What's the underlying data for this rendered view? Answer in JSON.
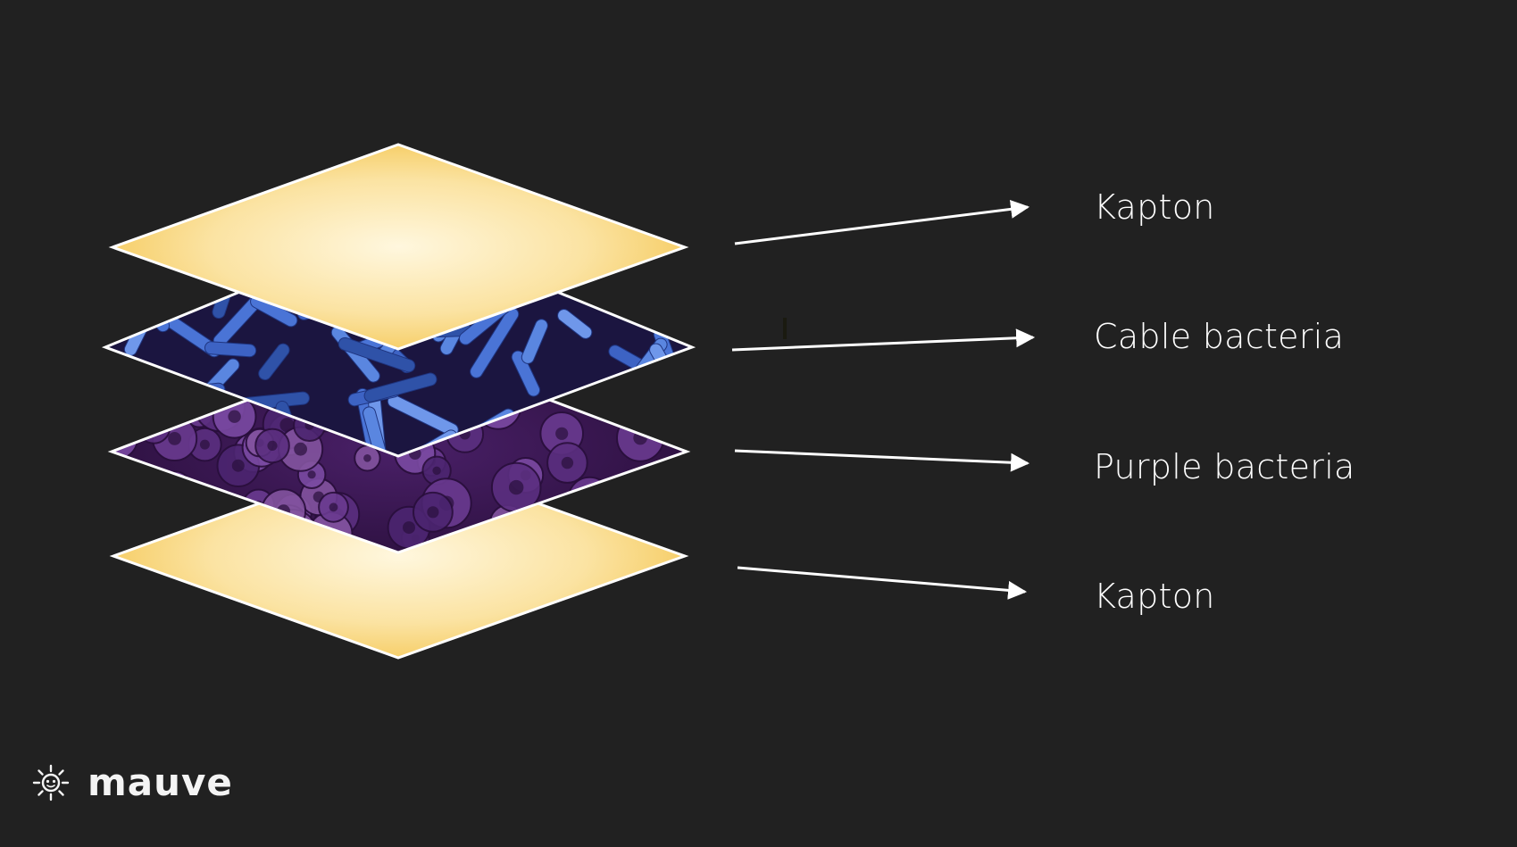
{
  "layers": [
    {
      "id": "kapton-top",
      "label": "Kapton",
      "material": "kapton"
    },
    {
      "id": "cable-bacteria",
      "label": "Cable bacteria",
      "material": "cable-bacteria"
    },
    {
      "id": "purple-bacteria",
      "label": "Purple bacteria",
      "material": "purple-bacteria"
    },
    {
      "id": "kapton-bottom",
      "label": "Kapton",
      "material": "kapton"
    }
  ],
  "brand": {
    "name": "mauve",
    "icon": "sun-face-icon"
  },
  "colors": {
    "background": "#212121",
    "kapton_center": "#fff6dc",
    "kapton_edge": "#f6cd60",
    "cable_bacteria": "#4f7ad6",
    "purple_bacteria": "#5a2f7e",
    "outline": "#ffffff"
  }
}
